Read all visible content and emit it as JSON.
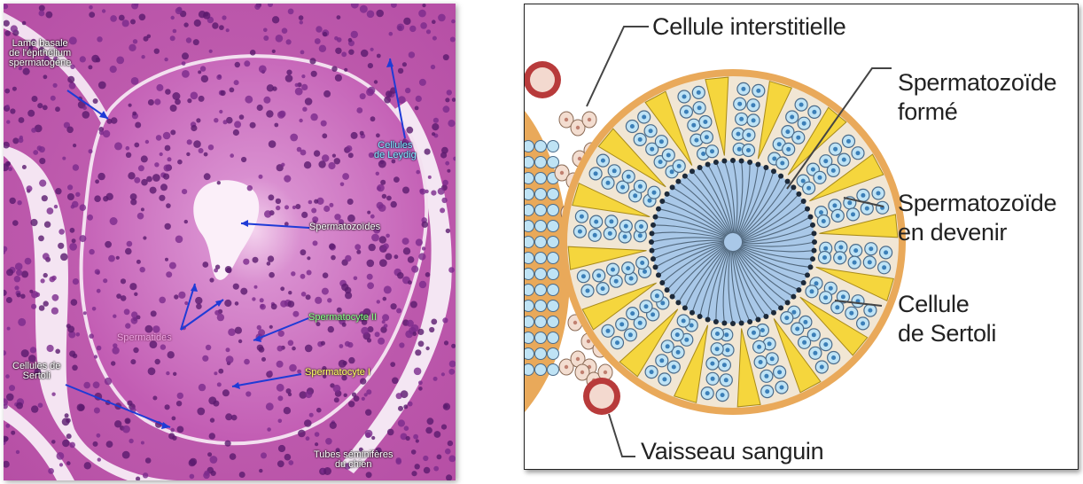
{
  "histology": {
    "labels": {
      "basal_lamina": [
        "Lame basale",
        "de l'épithélium",
        "spermatogène"
      ],
      "leydig": [
        "Cellules",
        "de Leydig"
      ],
      "spermatozoa": "Spermatozoïdes",
      "spermatocyte_2": "Spermatocyte II",
      "spermatids": "Spermatides",
      "spermatocyte_1": "Spermatocyte I",
      "sertoli": [
        "Cellules de",
        "Sertoli"
      ],
      "tubes": [
        "Tubes séminifères",
        "du chien"
      ]
    }
  },
  "schema": {
    "labels": {
      "interstitial_cell": "Cellule interstitielle",
      "formed_spermatozoon": [
        "Spermatozoïde",
        "formé"
      ],
      "developing_spermatozoon": [
        "Spermatozoïde",
        "en devenir"
      ],
      "sertoli_cell": [
        "Cellule",
        "de Sertoli"
      ],
      "blood_vessel": "Vaisseau sanguin"
    },
    "colors": {
      "tubule_wall": "#e9a95a",
      "sertoli": "#f5d63d",
      "lumen": "#a9c8e8",
      "germ_cell": "#bfe3f5",
      "interstitial": "#f3ddd0",
      "vessel": "#b83b3b"
    }
  }
}
